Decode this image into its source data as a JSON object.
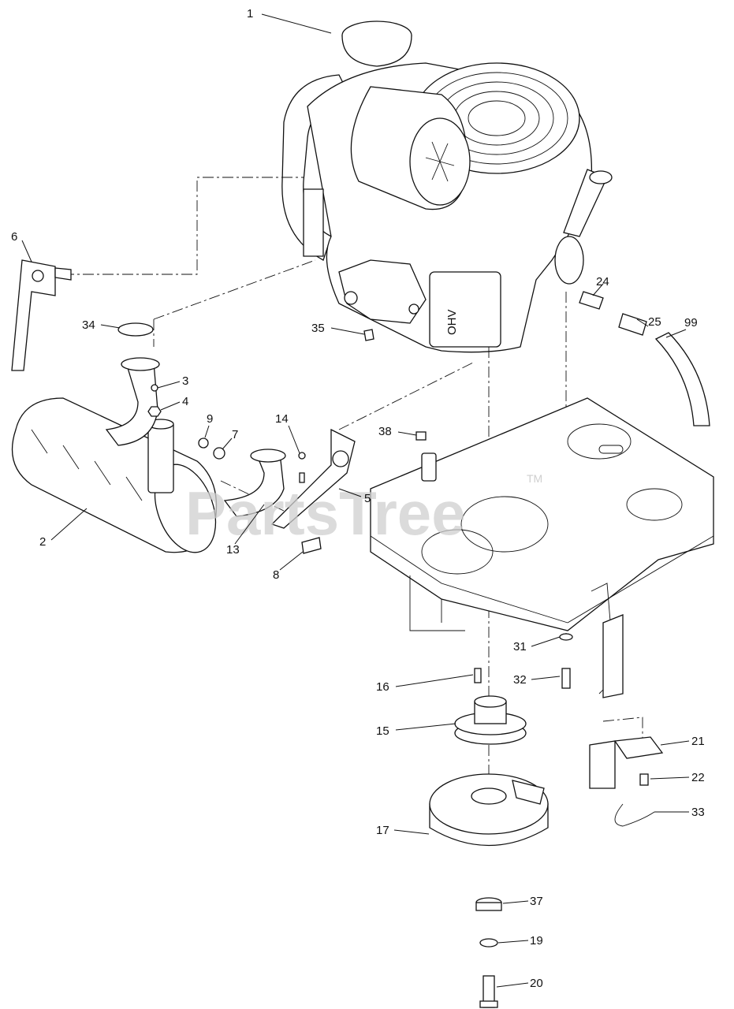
{
  "watermark": {
    "text": "PartsTree",
    "trademark": "TM"
  },
  "callouts": [
    {
      "id": "c1",
      "label": "1"
    },
    {
      "id": "c6",
      "label": "6"
    },
    {
      "id": "c34",
      "label": "34"
    },
    {
      "id": "c35",
      "label": "35"
    },
    {
      "id": "c24",
      "label": "24"
    },
    {
      "id": "c25",
      "label": "25"
    },
    {
      "id": "c99",
      "label": "99"
    },
    {
      "id": "c3",
      "label": "3"
    },
    {
      "id": "c4",
      "label": "4"
    },
    {
      "id": "c9",
      "label": "9"
    },
    {
      "id": "c7",
      "label": "7"
    },
    {
      "id": "c14",
      "label": "14"
    },
    {
      "id": "c38",
      "label": "38"
    },
    {
      "id": "c5",
      "label": "5"
    },
    {
      "id": "c2",
      "label": "2"
    },
    {
      "id": "c13",
      "label": "13"
    },
    {
      "id": "c8",
      "label": "8"
    },
    {
      "id": "c31",
      "label": "31"
    },
    {
      "id": "c32",
      "label": "32"
    },
    {
      "id": "c16",
      "label": "16"
    },
    {
      "id": "c15",
      "label": "15"
    },
    {
      "id": "c21",
      "label": "21"
    },
    {
      "id": "c22",
      "label": "22"
    },
    {
      "id": "c33",
      "label": "33"
    },
    {
      "id": "c17",
      "label": "17"
    },
    {
      "id": "c37",
      "label": "37"
    },
    {
      "id": "c19",
      "label": "19"
    },
    {
      "id": "c20",
      "label": "20"
    }
  ],
  "engine_badge": {
    "text": "OHV"
  }
}
